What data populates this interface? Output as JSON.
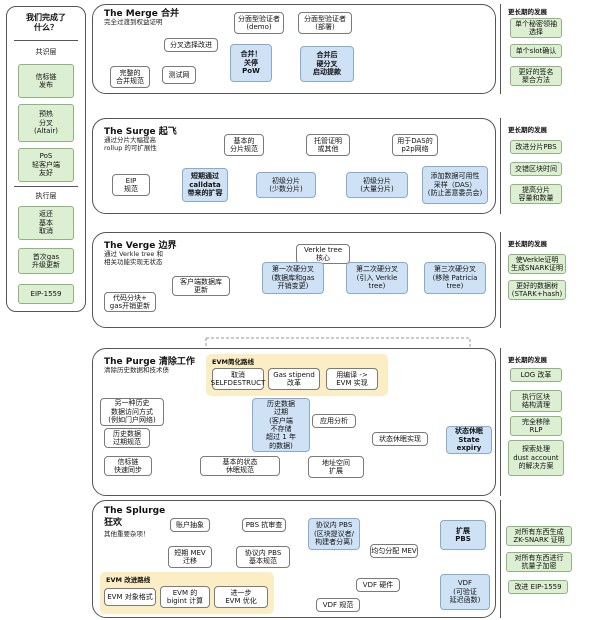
{
  "left": {
    "title": "我们完成了\n什么？",
    "consensus": "共识层",
    "consensus_items": [
      "信标链\n发布",
      "预热\n分叉\n(Altair)",
      "PoS\n轻客户端\n友好"
    ],
    "execution": "执行层",
    "execution_items": [
      "返还\n基本\n取消",
      "首次gas\n升级更新",
      "EIP-1559"
    ]
  },
  "sections": {
    "merge": {
      "title": "The Merge 合并",
      "subtitle": "完全过渡到权益证明",
      "nodes": {
        "n1": "分叉选择改进",
        "n2": "完整的\n合并规范",
        "n3": "测试网",
        "n4": "合并！\n关停\nPoW",
        "n5": "合并后\n硬分叉\n启动提款",
        "n6": "分面型验证者\n(demo)",
        "n7": "分面型验证者\n(部署)"
      },
      "later_title": "更长期的发展",
      "later": [
        "单个秘密领袖\n选择",
        "单个slot确认",
        "更好的签名\n聚合方法"
      ]
    },
    "surge": {
      "title": "The Surge 起飞",
      "subtitle": "通过分片大幅提高\nrollup 的可扩展性",
      "nodes": {
        "n1": "EIP\n规范",
        "n2": "短期通过\ncalldata\n带来的扩容",
        "n3": "基本的\n分片规范",
        "n4": "初级分片\n(少数分片)",
        "n5": "托管证明\n或其他",
        "n6": "初级分片\n(大量分片)",
        "n7": "用于DAS的\np2p网络",
        "n8": "添加数据可用性\n采样（DAS）\n(防止恶意委员会)"
      },
      "later_title": "更长期的发展",
      "later": [
        "改进分片PBS",
        "交错区块时间",
        "提高分片\n容量和数量"
      ]
    },
    "verge": {
      "title": "The Verge 边界",
      "subtitle": "通过 Verkle tree 和\n相关功能实现无状态",
      "nodes": {
        "n1": "Verkle tree\n核心",
        "n2": "客户端数据库\n更新",
        "n3": "代码分块+\ngas开销更新",
        "n4": "第一次硬分叉\n(数据库和gas\n开销变更)",
        "n5": "第二次硬分叉\n(引入 Verkle\ntree)",
        "n6": "第三次硬分叉\n(移除 Patricia\ntree)"
      },
      "later_title": "更长期的发展",
      "later": [
        "使Verkle证明\n生成SNARK证明",
        "更好的数据树\n(STARK+hash)"
      ]
    },
    "purge": {
      "title": "The Purge 清除工作",
      "subtitle": "清除历史数据和技术债",
      "evm_title": "EVM简化路线",
      "evm": [
        "取消\nSELFDESTRUCT",
        "Gas stipend\n改革",
        "用编译 ->\nEVM 实现"
      ],
      "nodes": {
        "n1": "另一种历史\n数据访问方式\n(例如门户网络)",
        "n2": "历史数据\n过期规范",
        "n3": "信标链\n快速同步",
        "n4": "历史数据\n过期\n(客户端\n不存储\n超过 1 年\n的数据)",
        "n5": "基本的状态\n休眠规范",
        "n6": "应用分析",
        "n7": "状态休眠实现",
        "n8": "地址空间\n扩展",
        "n9": "状态休眠\nState expiry"
      },
      "later_title": "更长期的发展",
      "later": [
        "LOG 改革",
        "执行区块\n结构清理",
        "完全移除\nRLP",
        "探索处理\ndust account\n的解决方案"
      ]
    },
    "splurge": {
      "title": "The Splurge\n狂欢",
      "subtitle": "其他重要杂项！",
      "nodes": {
        "n1": "账户抽象",
        "n2": "PBS 抗审查",
        "n3": "短期 MEV\n迁移",
        "n4": "协议内 PBS\n基本规范",
        "n5": "协议内 PBS\n(区块提议者/\n构建者分离)",
        "n6": "均匀分配 MEV",
        "n7": "扩展\nPBS",
        "n8": "VDF 硬件",
        "n9": "VDF 规范",
        "n10": "VDF\n(可验证\n延迟函数)"
      },
      "evm_title": "EVM 改进路线",
      "evm": [
        "EVM 对象格式",
        "EVM 的\nbigint 计算",
        "进一步\nEVM 优化"
      ],
      "later": [
        "对所有东西生成\nZK-SNARK 证明",
        "对所有东西进行\n抗量子加密",
        "改进 EIP-1559"
      ]
    }
  }
}
